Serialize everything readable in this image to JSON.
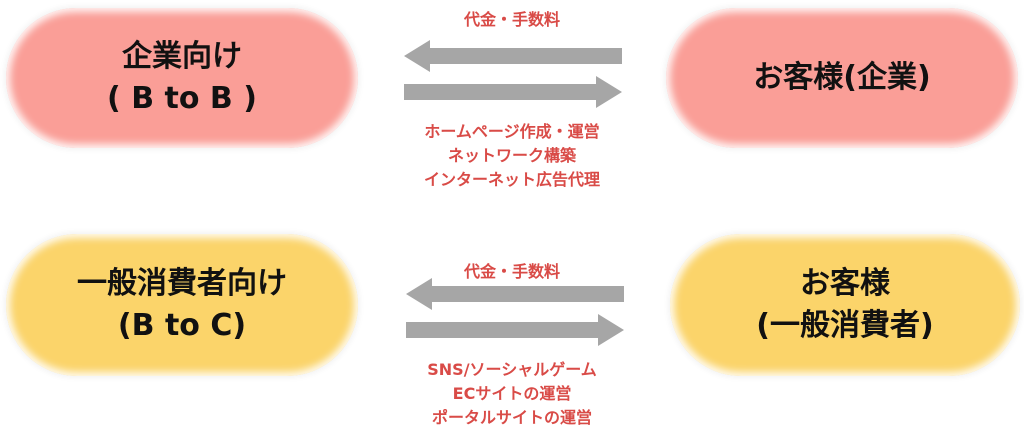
{
  "rows": [
    {
      "left": {
        "lines": [
          "企業向け",
          "( B to B )"
        ],
        "color": "#fa9e97"
      },
      "right": {
        "lines": [
          "お客様(企業)"
        ],
        "color": "#fa9e97"
      },
      "fee_label": "代金・手数料",
      "services": [
        "ホームページ作成・運営",
        "ネットワーク構築",
        "インターネット広告代理"
      ]
    },
    {
      "left": {
        "lines": [
          "一般消費者向け",
          "(B to C)"
        ],
        "color": "#fbd46a"
      },
      "right": {
        "lines": [
          "お客様",
          "(一般消費者)"
        ],
        "color": "#fbd46a"
      },
      "fee_label": "代金・手数料",
      "services": [
        "SNS/ソーシャルゲーム",
        "ECサイトの運営",
        "ポータルサイトの運営"
      ]
    }
  ],
  "colors": {
    "arrow": "#a6a6a6",
    "label_text": "#d94b47"
  }
}
